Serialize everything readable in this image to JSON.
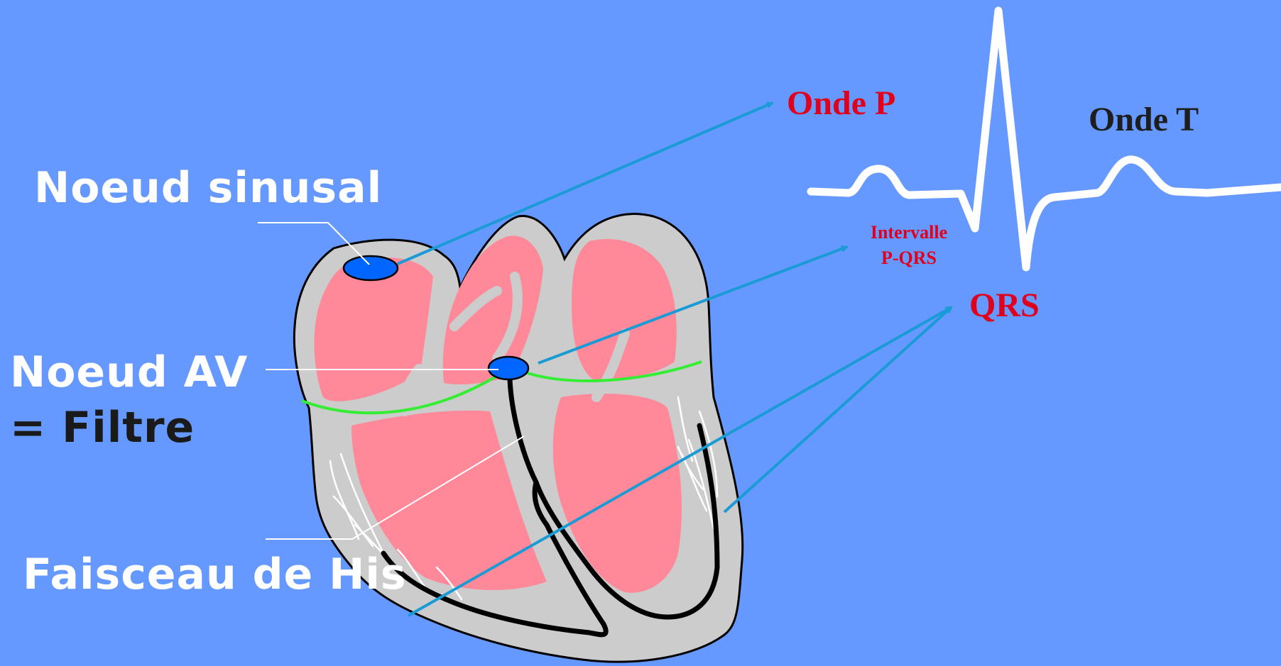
{
  "labels": {
    "noeud_sinusal": "Noeud sinusal",
    "noeud_av": "Noeud AV",
    "filtre": "= Filtre",
    "faisceau_de_his": "Faisceau de His"
  },
  "ecg": {
    "onde_p": "Onde P",
    "onde_t": "Onde T",
    "intervalle": "Intervalle",
    "p_qrs": "P-QRS",
    "qrs": "QRS"
  },
  "colors": {
    "background": "#6699ff",
    "heart_wall": "#cccccc",
    "chamber": "#ff8899",
    "node": "#0066ff",
    "av_plane": "#33ee33",
    "arrow": "#1a9bd6",
    "ecg_trace": "#ffffff"
  }
}
